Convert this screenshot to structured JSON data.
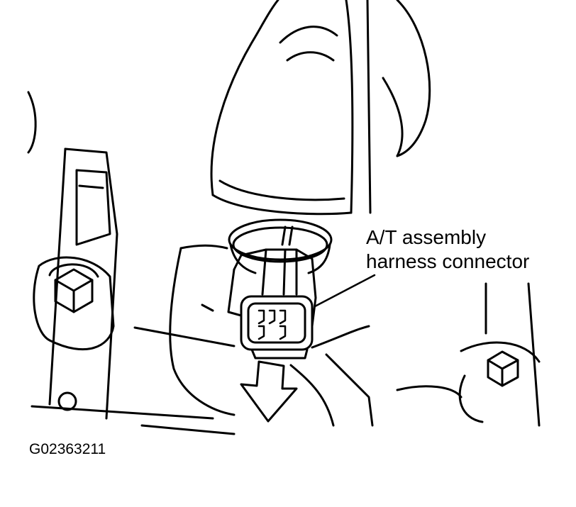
{
  "figure": {
    "callout_lines": [
      "A/T assembly",
      "harness connector"
    ],
    "figure_id": "G02363211"
  },
  "colors": {
    "ink": "#000000",
    "paper": "#ffffff"
  }
}
